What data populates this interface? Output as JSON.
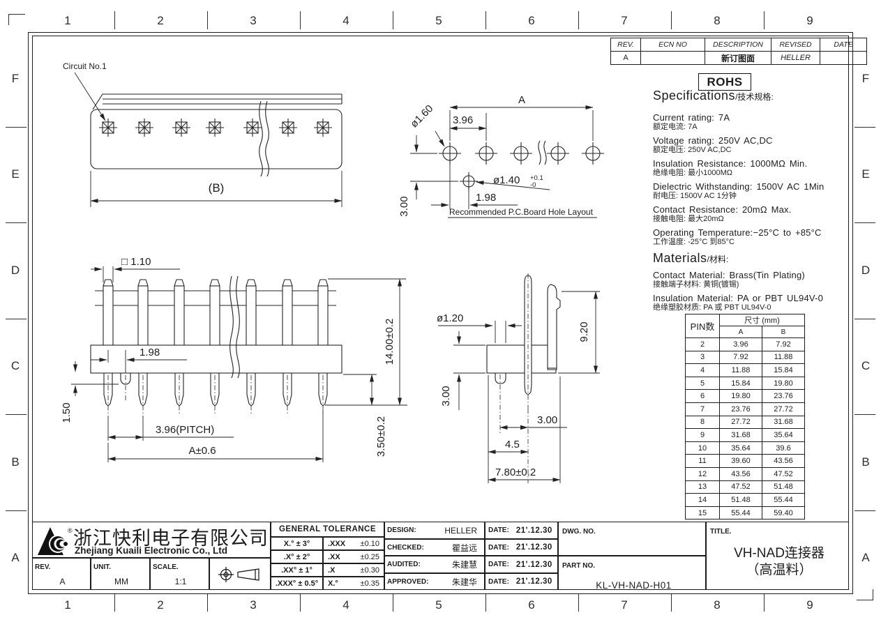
{
  "palette": {
    "line": "#1b1b1b",
    "background": "#ffffff"
  },
  "grid": {
    "cols": [
      "1",
      "2",
      "3",
      "4",
      "5",
      "6",
      "7",
      "8",
      "9"
    ],
    "rows": [
      "F",
      "E",
      "D",
      "C",
      "B",
      "A"
    ]
  },
  "revision_table": {
    "headers": [
      "REV.",
      "ECN NO",
      "DESCRIPTION",
      "REVISED",
      "DATE"
    ],
    "row": {
      "rev": "A",
      "ecn": "",
      "description": "新订图面",
      "revised": "HELLER",
      "date": ""
    }
  },
  "rohs_label": "ROHS",
  "specs": {
    "heading_en": "Specifications",
    "heading_cn": "/技术规格:",
    "items": [
      {
        "en": "Current rating: 7A",
        "cn": "额定电流: 7A"
      },
      {
        "en": "Voltage rating: 250V AC,DC",
        "cn": "额定电压: 250V AC,DC"
      },
      {
        "en": "Insulation Resistance: 1000MΩ Min.",
        "cn": "绝缘电阻: 最小1000MΩ"
      },
      {
        "en": "Dielectric Withstanding: 1500V AC 1Min",
        "cn": "耐电压: 1500V AC 1分钟"
      },
      {
        "en": "Contact Resistance: 20mΩ Max.",
        "cn": "接触电阻: 最大20mΩ"
      },
      {
        "en": "Operating Temperature:−25°C to +85°C",
        "cn": "工作温度: -25°C 到85°C"
      }
    ]
  },
  "materials": {
    "heading_en": "Materials",
    "heading_cn": "/材料:",
    "items": [
      {
        "en": "Contact Material: Brass(Tin Plating)",
        "cn": "接触端子材料: 黄铜(镀锡)"
      },
      {
        "en": "Insulation Material: PA or PBT UL94V-0",
        "cn": "绝缘塑胶材质: PA 或 PBT UL94V-0"
      }
    ]
  },
  "pin_table": {
    "header_pin": "PIN数",
    "header_size": "尺寸 (mm)",
    "header_a": "A",
    "header_b": "B",
    "rows": [
      {
        "pin": "2",
        "a": "3.96",
        "b": "7.92"
      },
      {
        "pin": "3",
        "a": "7.92",
        "b": "11.88"
      },
      {
        "pin": "4",
        "a": "11.88",
        "b": "15.84"
      },
      {
        "pin": "5",
        "a": "15.84",
        "b": "19.80"
      },
      {
        "pin": "6",
        "a": "19.80",
        "b": "23.76"
      },
      {
        "pin": "7",
        "a": "23.76",
        "b": "27.72"
      },
      {
        "pin": "8",
        "a": "27.72",
        "b": "31.68"
      },
      {
        "pin": "9",
        "a": "31.68",
        "b": "35.64"
      },
      {
        "pin": "10",
        "a": "35.64",
        "b": "39.6"
      },
      {
        "pin": "11",
        "a": "39.60",
        "b": "43.56"
      },
      {
        "pin": "12",
        "a": "43.56",
        "b": "47.52"
      },
      {
        "pin": "13",
        "a": "47.52",
        "b": "51.48"
      },
      {
        "pin": "14",
        "a": "51.48",
        "b": "55.44"
      },
      {
        "pin": "15",
        "a": "55.44",
        "b": "59.40"
      }
    ]
  },
  "views": {
    "top": {
      "circuit_label": "Circuit No.1",
      "dim_b": "(B)"
    },
    "pcb": {
      "dia_160": "ø1.60",
      "dim_396": "3.96",
      "dim_a": "A",
      "dia_140": "ø1.40",
      "tol_plus": "+0.1",
      "tol_minus": "-0",
      "dim_198": "1.98",
      "dim_300": "3.00",
      "caption": "Recommended P.C.Board Hole Layout"
    },
    "front": {
      "dim_sq": "□ 1.10",
      "dim_1400": "14.00±0.2",
      "dim_198": "1.98",
      "dim_150": "1.50",
      "dim_pitch": "3.96(PITCH)",
      "dim_a": "A±0.6",
      "dim_350": "3.50±0.2"
    },
    "side": {
      "dia_120": "ø1.20",
      "dim_920": "9.20",
      "dim_300v": "3.00",
      "dim_300h": "3.00",
      "dim_45": "4.5",
      "dim_780": "7.80±0.2"
    }
  },
  "title_block": {
    "company_cn": "浙江快利电子有限公司",
    "company_en": "Zhejiang Kuaili Electronic Co., Ltd",
    "registered_mark": "®",
    "rev_label": "REV.",
    "rev": "A",
    "unit_label": "UNIT.",
    "unit": "MM",
    "scale_label": "SCALE.",
    "scale": "1:1",
    "tol_title": "GENERAL TOLERANCE",
    "tol_rows": [
      {
        "deg": "X.° ± 3°",
        "dec": ".XXX",
        "val": "±0.10"
      },
      {
        "deg": ".X° ± 2°",
        "dec": ".XX",
        "val": "±0.25"
      },
      {
        "deg": ".XX° ± 1°",
        "dec": ".X",
        "val": "±0.30"
      },
      {
        "deg": ".XXX° ± 0.5°",
        "dec": "X.°",
        "val": "±0.35"
      }
    ],
    "signoff": [
      {
        "label": "DESIGN:",
        "name": "HELLER",
        "date_label": "DATE:",
        "date": "21'.12.30"
      },
      {
        "label": "CHECKED:",
        "name": "瞿益远",
        "date_label": "DATE:",
        "date": "21'.12.30"
      },
      {
        "label": "AUDITED:",
        "name": "朱建慧",
        "date_label": "DATE:",
        "date": "21'.12.30"
      },
      {
        "label": "APPROVED:",
        "name": "朱建华",
        "date_label": "DATE:",
        "date": "21'.12.30"
      }
    ],
    "dwg_label": "DWG. NO.",
    "dwg_no": "",
    "part_label": "PART NO.",
    "part_no": "KL-VH-NAD-H01",
    "title_label": "TITLE.",
    "title_line1": "VH-NAD连接器",
    "title_line2": "（高温料）"
  }
}
